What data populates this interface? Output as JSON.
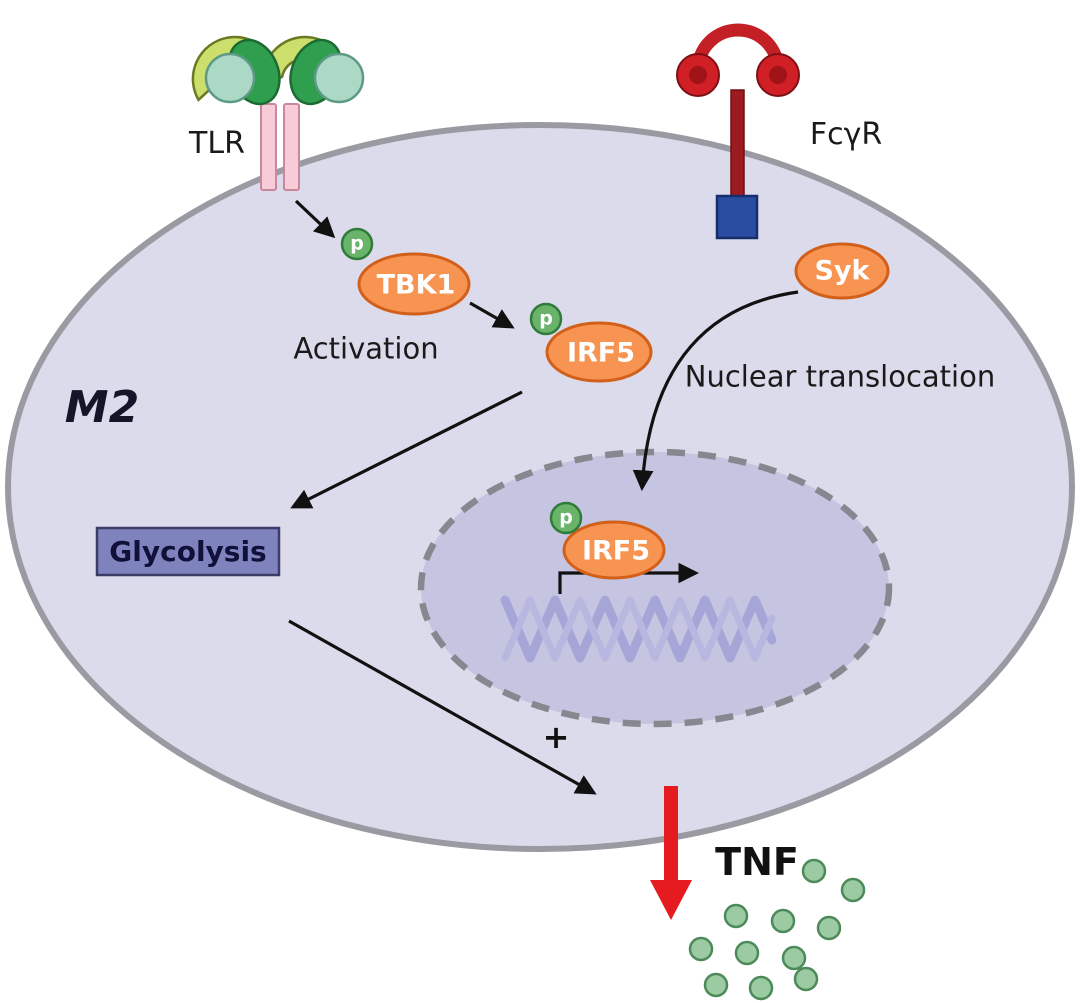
{
  "labels": {
    "cell": "M2",
    "tlr": "TLR",
    "fcgr": "FcγR",
    "activation": "Activation",
    "nuclear_translocation": "Nuclear translocation",
    "glycolysis": "Glycolysis",
    "tbk1": "TBK1",
    "irf5": "IRF5",
    "syk": "Syk",
    "phospho": "p",
    "plus": "+",
    "tnf": "TNF"
  },
  "colors": {
    "cell_fill": "#dcdbec",
    "cell_border": "#9a9aa2",
    "nucleus_fill": "#c6c5e1",
    "nucleus_border": "#87878f",
    "protein_orange": "#f79451",
    "protein_orange_border": "#d2601a",
    "phospho_green": "#69b36b",
    "receptor_red": "#d11f26",
    "receptor_blue": "#2b4da1",
    "tlr_yellow_green": "#ccdf6d",
    "tlr_green": "#2f9e4f",
    "tlr_teal": "#abd9c6",
    "tlr_pink": "#f7ccd8",
    "glycolysis_fill": "#7f83bd",
    "dna_strand": "#a2a2d6",
    "tnf_dot": "#9ccaa2",
    "arrow_black": "#111111",
    "arrow_red": "#e51b1f"
  }
}
